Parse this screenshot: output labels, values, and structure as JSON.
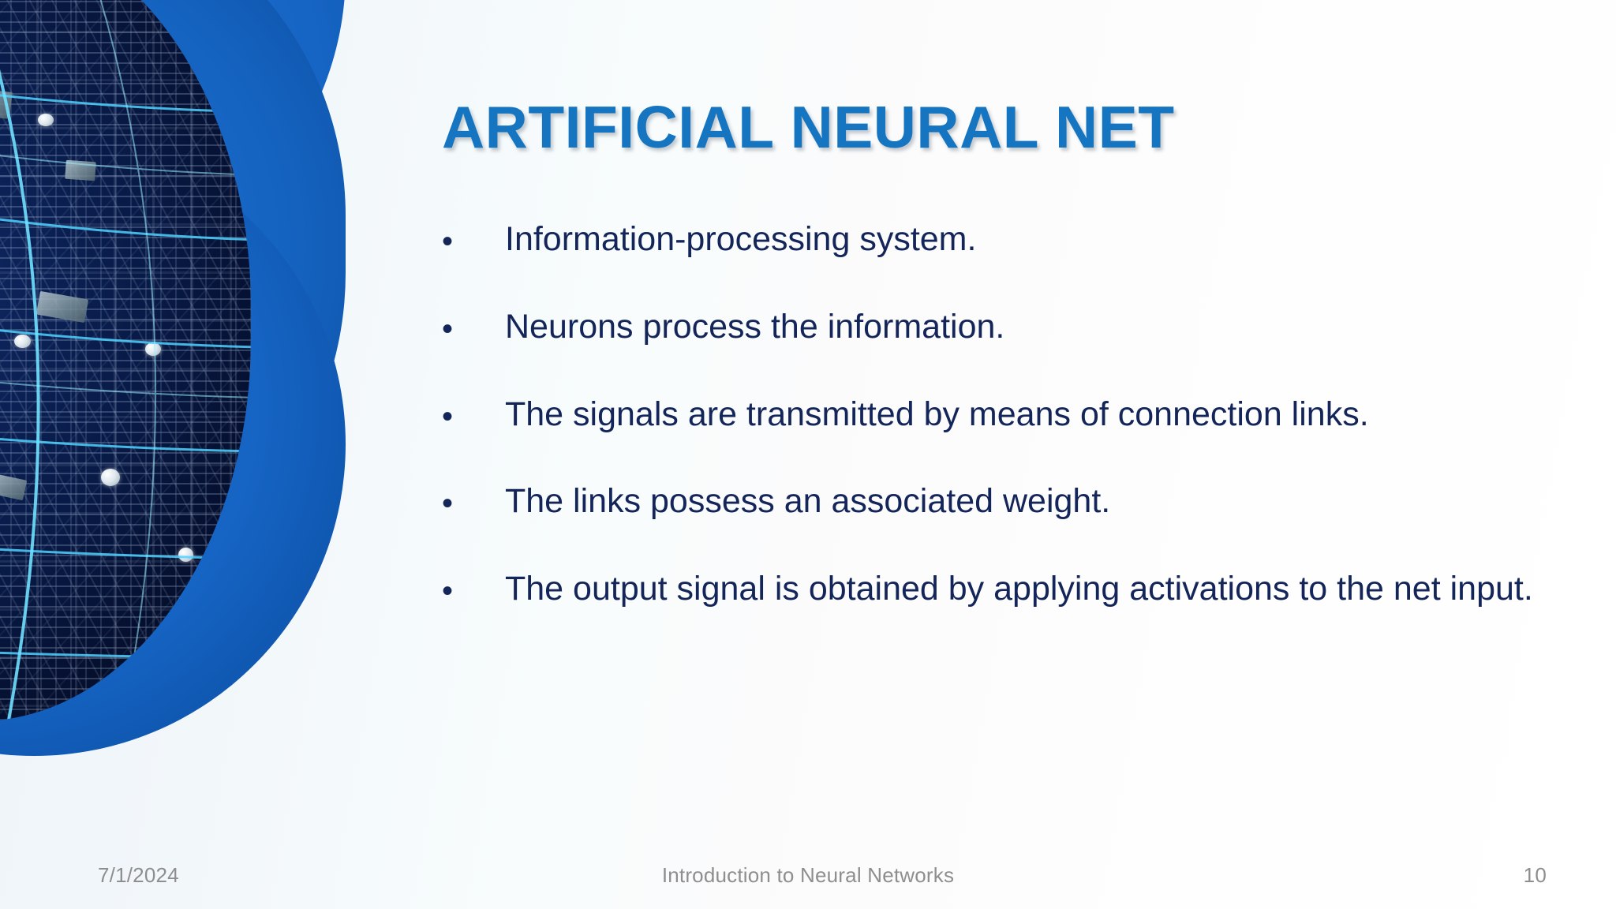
{
  "slide": {
    "title": "ARTIFICIAL NEURAL NET",
    "bullet_marker": "•",
    "bullets": [
      "Information-processing system.",
      "Neurons process the information.",
      "The signals are transmitted by means of connection links.",
      "The links possess an associated weight.",
      "The output signal is obtained by applying activations to the net input."
    ],
    "footer": {
      "date": "7/1/2024",
      "center": "Introduction to Neural Networks",
      "page_number": "10"
    },
    "colors": {
      "title_blue": "#1675c0",
      "body_navy": "#14255a",
      "footer_gray": "#8e8e8e",
      "globe_rim_blue": "#1462be",
      "globe_board_dark": "#081a46",
      "mesh_cyan": "#39c6f5",
      "background_left": "#eef4f9",
      "background_right": "#ffffff"
    },
    "artwork": {
      "name": "circuit-board-globe",
      "description": "decorative sphere of circuit board with glowing cyan latitude and longitude mesh"
    }
  }
}
